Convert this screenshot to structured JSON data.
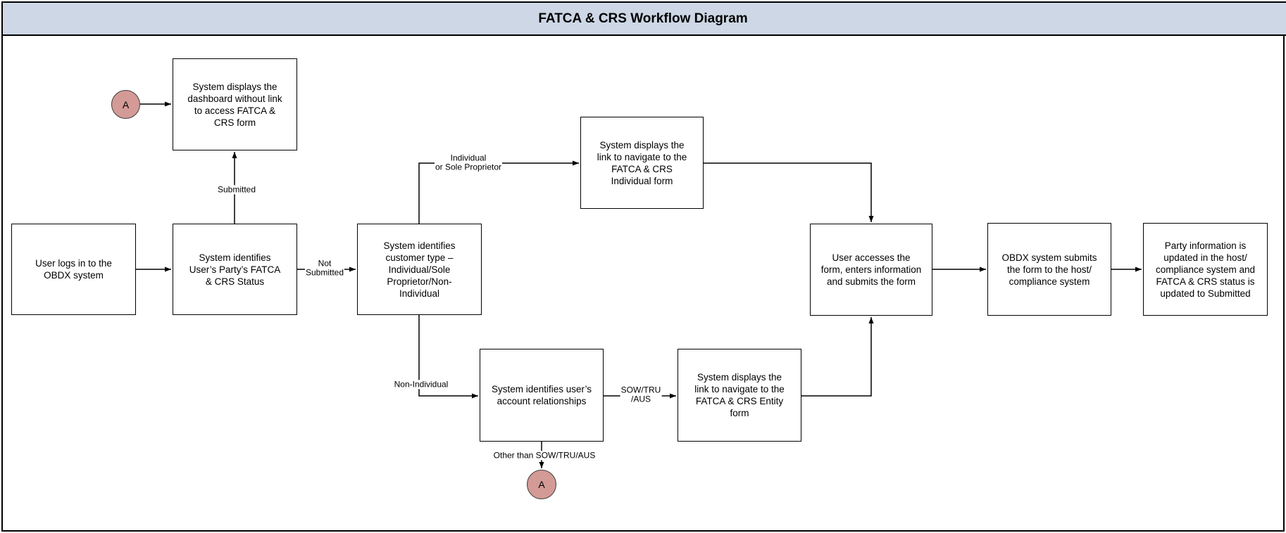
{
  "title": "FATCA & CRS Workflow Diagram",
  "colors": {
    "title_bar_bg": "#cdd7e5",
    "connector_circle_fill": "#d49a96",
    "box_fill": "#ffffff",
    "line_color": "#000000"
  },
  "nodes": {
    "dashboard": {
      "text": "System displays the\ndashboard without link\nto access FATCA &\nCRS form"
    },
    "login": {
      "text": "User logs in to the\nOBDX system"
    },
    "status": {
      "text": "System identifies\nUser’s Party’s FATCA\n& CRS Status"
    },
    "customer_type": {
      "text": "System identifies\ncustomer type –\nIndividual/Sole\nProprietor/Non-\nIndividual"
    },
    "individual_link": {
      "text": "System displays the\nlink to navigate to the\nFATCA & CRS\nIndividual form"
    },
    "account_rel": {
      "text": "System identifies user’s\naccount relationships"
    },
    "entity_link": {
      "text": "System displays the\nlink to navigate to the\nFATCA & CRS Entity\nform"
    },
    "access": {
      "text": "User accesses the\nform, enters information\nand submits the form"
    },
    "submit": {
      "text": "OBDX system submits\nthe form to the host/\ncompliance system"
    },
    "party": {
      "text": "Party information is\nupdated in the host/\ncompliance system and\nFATCA & CRS status is\nupdated to Submitted"
    }
  },
  "connectors": {
    "a_top_label": "A",
    "a_bottom_label": "A"
  },
  "edge_labels": {
    "submitted": "Submitted",
    "not_submitted": "Not\nSubmitted",
    "individual": "Individual\nor Sole Proprietor",
    "non_individual": "Non-Individual",
    "sow_tru_aus": "SOW/TRU\n/AUS",
    "other_than": "Other than SOW/TRU/AUS"
  }
}
